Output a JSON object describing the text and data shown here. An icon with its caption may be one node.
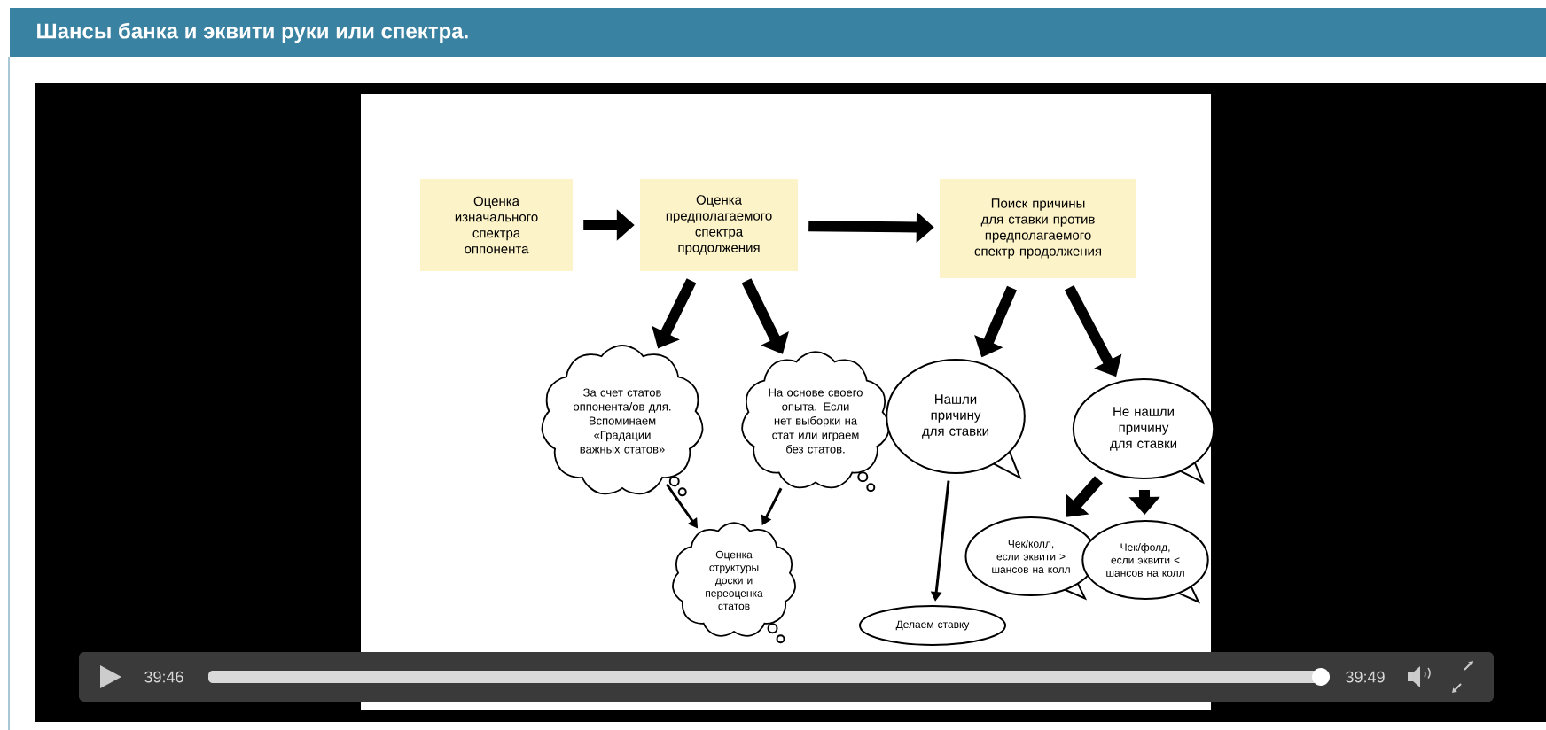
{
  "diagram": {
    "title": "Шансы банка и эквити руки или спектра.",
    "nodes": [
      {
        "text": [
          "Оценка изначального спектра оппонента"
        ]
      },
      {
        "text": [
          "Оценка предполагаемого спектра продолжения"
        ]
      },
      {
        "text": [
          "Поиск причины для ставки против предполагаемого спектр продолжения"
        ]
      },
      {
        "text": [
          "За счет статов оппонента/ов для. Вспоминаем «Градации важных статов»"
        ]
      },
      {
        "text": [
          "На основе своего опыта. Если нет выборки на стат или играем без статов."
        ]
      },
      {
        "text": [
          "Нашли причину для ставки"
        ]
      },
      {
        "text": [
          "Не нашли причину для ставки"
        ]
      },
      {
        "text": [
          "Оценка структуры доски и переоценка статов"
        ]
      },
      {
        "text": [
          "Чек/колл, если эквити > шансов на колл"
        ]
      },
      {
        "text": [
          "Чек/фолд, если эквити < шансов на колл"
        ]
      },
      {
        "text": [
          "Делаем ставку"
        ]
      }
    ],
    "edges": [
      {
        "from": 0,
        "to": 1,
        "arrow": "to"
      },
      {
        "from": 1,
        "to": 2,
        "arrow": "to"
      },
      {
        "from": 1,
        "to": 3,
        "arrow": "to"
      },
      {
        "from": 1,
        "to": 4,
        "arrow": "to"
      },
      {
        "from": 2,
        "to": 5,
        "arrow": "to"
      },
      {
        "from": 2,
        "to": 6,
        "arrow": "to"
      },
      {
        "from": 3,
        "to": 7,
        "arrow": "to"
      },
      {
        "from": 4,
        "to": 7,
        "arrow": "to"
      },
      {
        "from": 5,
        "to": 10,
        "arrow": "to"
      },
      {
        "from": 6,
        "to": 8,
        "arrow": "to"
      },
      {
        "from": 6,
        "to": 9,
        "arrow": "to"
      }
    ],
    "labels": [
      "39:46",
      "39:49"
    ]
  }
}
